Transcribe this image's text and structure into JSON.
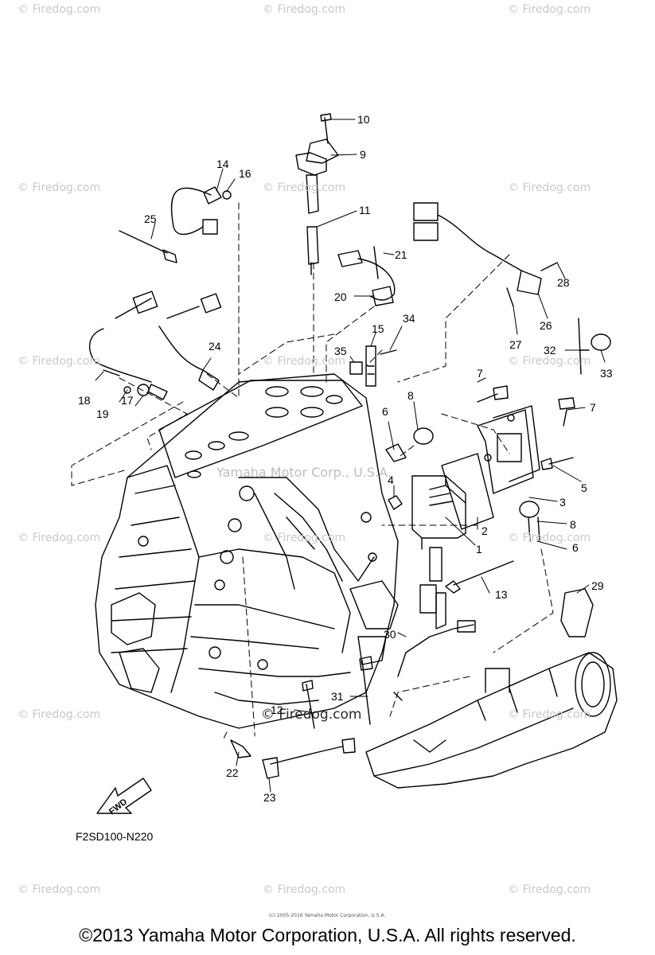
{
  "watermark": {
    "text": "© Firedog.com",
    "prominent_text": "© Firedog.com"
  },
  "inner_watermark": "Yamaha Motor Corp., U.S.A.",
  "diagram_code": "F2SD100-N220",
  "fwd_label": "FWD",
  "tiny_copyright": "(c) 2005-2016 Yamaha Motor Corporation, U.S.A.",
  "copyright": "©2013 Yamaha Motor Corporation, U.S.A. All rights reserved.",
  "callouts": {
    "c1": "1",
    "c2": "2",
    "c3": "3",
    "c4": "4",
    "c5": "5",
    "c6a": "6",
    "c6b": "6",
    "c7a": "7",
    "c7b": "7",
    "c8a": "8",
    "c8b": "8",
    "c9": "9",
    "c10": "10",
    "c11": "11",
    "c12": "12",
    "c13": "13",
    "c14": "14",
    "c15": "15",
    "c16": "16",
    "c17": "17",
    "c18": "18",
    "c19": "19",
    "c20": "20",
    "c21": "21",
    "c22": "22",
    "c23": "23",
    "c24": "24",
    "c25": "25",
    "c26": "26",
    "c27": "27",
    "c28": "28",
    "c29": "29",
    "c30": "30",
    "c31": "31",
    "c32": "32",
    "c33": "33",
    "c34": "34",
    "c35": "35"
  }
}
